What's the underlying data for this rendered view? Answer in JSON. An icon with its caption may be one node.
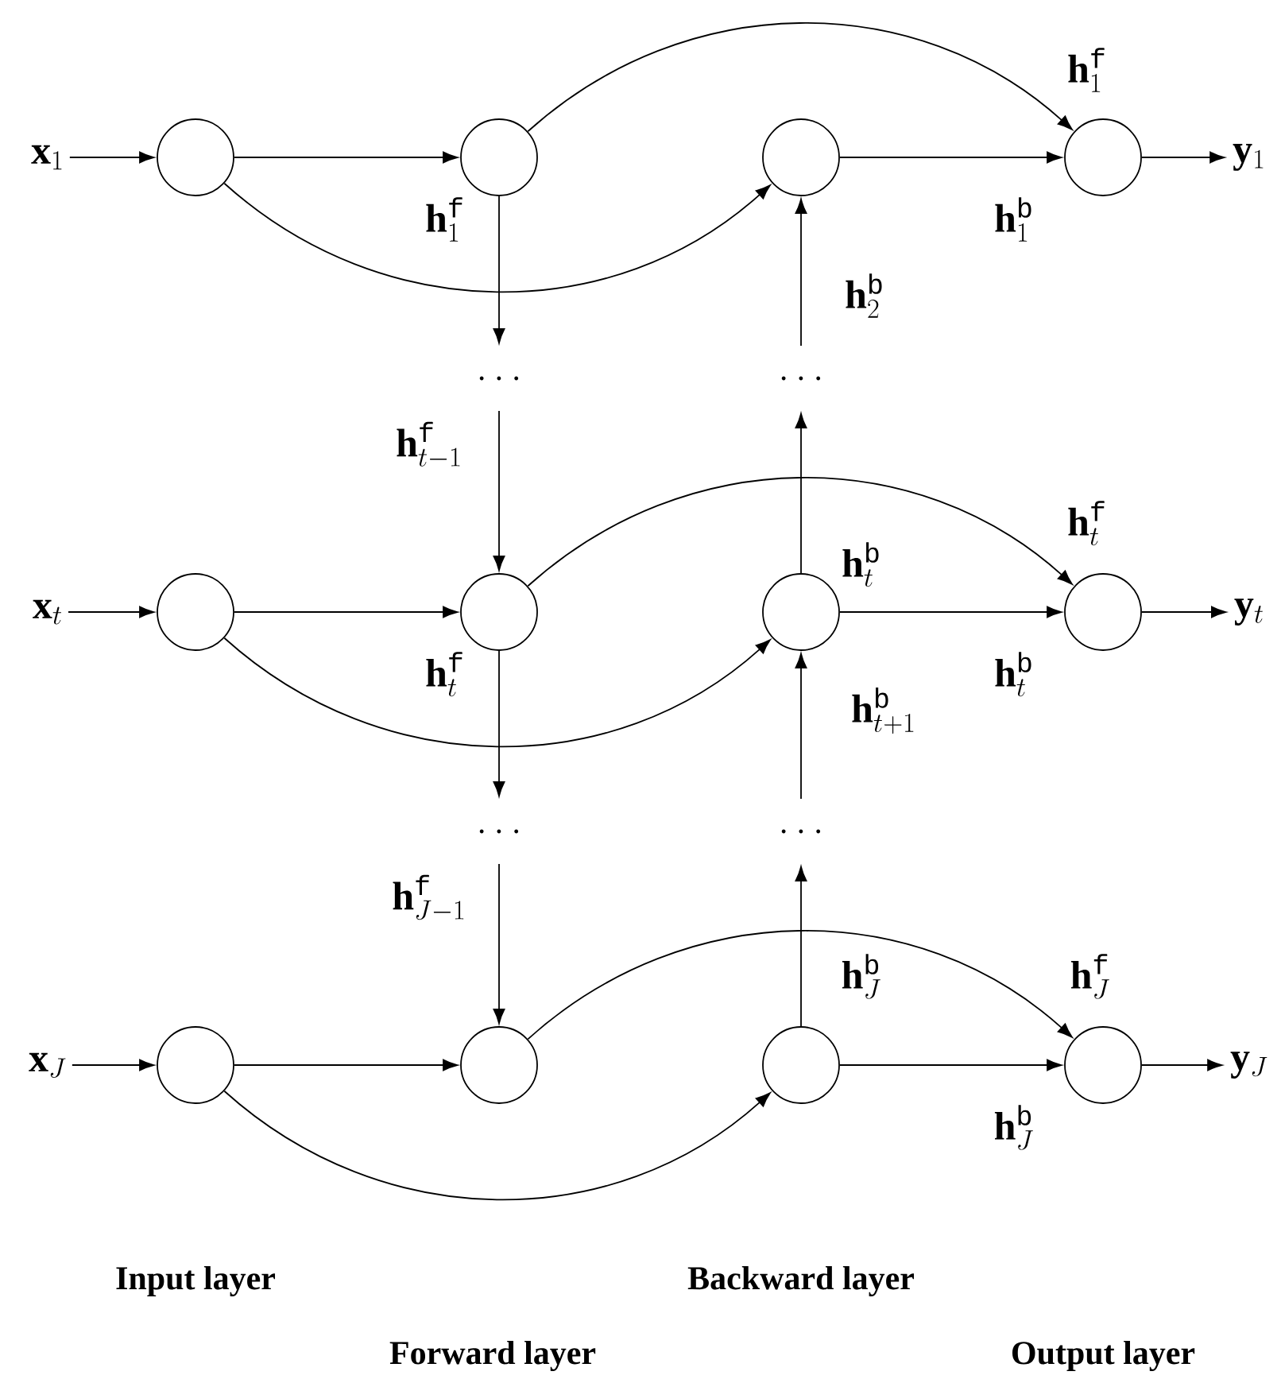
{
  "diagram": {
    "nodes": [
      {
        "text": [
          "\\mathbf{x}_1"
        ]
      },
      {
        "text": [],
        "shape": "circle"
      },
      {
        "text": [],
        "shape": "circle"
      },
      {
        "text": [],
        "shape": "circle"
      },
      {
        "text": [],
        "shape": "circle"
      },
      {
        "text": [
          "\\mathbf{y}_1"
        ]
      },
      {
        "text": [
          "\\dots"
        ]
      },
      {
        "text": [
          "\\dots"
        ]
      },
      {
        "text": [
          "\\mathbf{x}_t"
        ]
      },
      {
        "text": [],
        "shape": "circle"
      },
      {
        "text": [],
        "shape": "circle"
      },
      {
        "text": [],
        "shape": "circle"
      },
      {
        "text": [],
        "shape": "circle"
      },
      {
        "text": [
          "\\mathbf{y}_t"
        ]
      },
      {
        "text": [
          "\\dots"
        ]
      },
      {
        "text": [
          "\\dots"
        ]
      },
      {
        "text": [
          "\\mathbf{x}_J"
        ]
      },
      {
        "text": [],
        "shape": "circle"
      },
      {
        "text": [],
        "shape": "circle"
      },
      {
        "text": [],
        "shape": "circle"
      },
      {
        "text": [],
        "shape": "circle"
      },
      {
        "text": [
          "\\mathbf{y}_J"
        ]
      }
    ],
    "edges": [
      {
        "from": 0,
        "to": 1,
        "arrow": "to"
      },
      {
        "from": 1,
        "to": 2,
        "arrow": "to"
      },
      {
        "from": 1,
        "to": 3,
        "arrow": "to"
      },
      {
        "from": 2,
        "to": 4,
        "arrow": "to",
        "label": "\\mathbf{h}_1^{\\mathtt{f}}"
      },
      {
        "from": 3,
        "to": 4,
        "arrow": "to",
        "label": "\\mathbf{h}_1^{\\mathtt{b}}"
      },
      {
        "from": 4,
        "to": 5,
        "arrow": "to"
      },
      {
        "from": 2,
        "to": 6,
        "arrow": "to",
        "label": "\\mathbf{h}_1^{\\mathtt{f}}"
      },
      {
        "from": 7,
        "to": 3,
        "arrow": "to",
        "label": "\\mathbf{h}_2^{\\mathtt{b}}"
      },
      {
        "from": 6,
        "to": 10,
        "arrow": "to",
        "label": "\\mathbf{h}_{t-1}^{\\mathtt{f}}"
      },
      {
        "from": 11,
        "to": 7,
        "arrow": "to",
        "label": "\\mathbf{h}_t^{\\mathtt{b}}"
      },
      {
        "from": 8,
        "to": 9,
        "arrow": "to"
      },
      {
        "from": 9,
        "to": 10,
        "arrow": "to"
      },
      {
        "from": 9,
        "to": 11,
        "arrow": "to"
      },
      {
        "from": 10,
        "to": 12,
        "arrow": "to",
        "label": "\\mathbf{h}_t^{\\mathtt{f}}"
      },
      {
        "from": 11,
        "to": 12,
        "arrow": "to",
        "label": "\\mathbf{h}_t^{\\mathtt{b}}"
      },
      {
        "from": 12,
        "to": 13,
        "arrow": "to"
      },
      {
        "from": 10,
        "to": 14,
        "arrow": "to",
        "label": "\\mathbf{h}_t^{\\mathtt{f}}"
      },
      {
        "from": 15,
        "to": 11,
        "arrow": "to",
        "label": "\\mathbf{h}_{t+1}^{\\mathtt{b}}"
      },
      {
        "from": 14,
        "to": 18,
        "arrow": "to",
        "label": "\\mathbf{h}_{J-1}^{\\mathtt{f}}"
      },
      {
        "from": 19,
        "to": 15,
        "arrow": "to",
        "label": "\\mathbf{h}_J^{\\mathtt{b}}"
      },
      {
        "from": 16,
        "to": 17,
        "arrow": "to"
      },
      {
        "from": 17,
        "to": 18,
        "arrow": "to"
      },
      {
        "from": 17,
        "to": 19,
        "arrow": "to"
      },
      {
        "from": 18,
        "to": 20,
        "arrow": "to",
        "label": "\\mathbf{h}_J^{\\mathtt{f}}"
      },
      {
        "from": 19,
        "to": 20,
        "arrow": "to",
        "label": "\\mathbf{h}_J^{\\mathtt{b}}"
      },
      {
        "from": 20,
        "to": 21,
        "arrow": "to"
      }
    ],
    "labels": [
      "Input layer",
      "Backward layer",
      "Forward layer",
      "Output layer"
    ]
  }
}
